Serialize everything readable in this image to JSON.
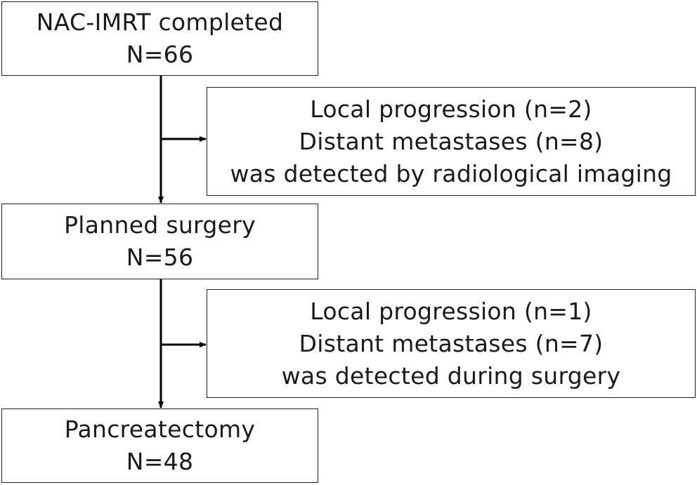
{
  "flowchart": {
    "start": {
      "lines": [
        "NAC-IMRT completed",
        "N=66"
      ]
    },
    "exclusion_1": {
      "lines": [
        "Local progression (n=2)",
        "Distant metastases (n=8)",
        "was detected by radiological imaging"
      ]
    },
    "planned": {
      "lines": [
        "Planned surgery",
        "N=56"
      ]
    },
    "exclusion_2": {
      "lines": [
        "Local progression (n=1)",
        "Distant metastases (n=7)",
        "was detected during surgery"
      ]
    },
    "final": {
      "lines": [
        "Pancreatectomy",
        "N=48"
      ]
    }
  },
  "colors": {
    "line": "#000000",
    "border": "#222222",
    "text": "#1a1a1a",
    "background": "#ffffff"
  }
}
